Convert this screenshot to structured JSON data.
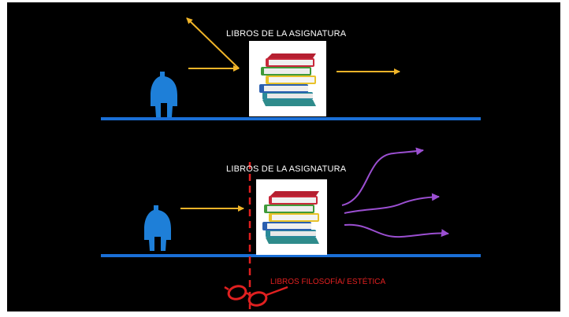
{
  "scene_top": {
    "label": "LIBROS DE LA ASIGNATURA"
  },
  "scene_bottom": {
    "label": "LIBROS DE LA ASIGNATURA",
    "glasses_label": "LIBROS FILOSOFÍA/ ESTÉTICA"
  },
  "colors": {
    "background": "#000000",
    "ground": "#1a6fd6",
    "figure": "#1e7fd8",
    "arrow_yellow": "#f0b429",
    "arrow_purple": "#9b4fd1",
    "dashed_line": "#e02020",
    "glasses": "#e02020"
  },
  "icons": [
    "person-icon",
    "books-stack-icon",
    "glasses-icon"
  ]
}
